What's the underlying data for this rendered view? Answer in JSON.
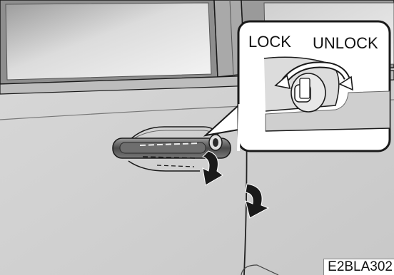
{
  "callout": {
    "lock_label": "LOCK",
    "unlock_label": "UNLOCK"
  },
  "figure_code": "E2BLA302",
  "colors": {
    "body_panel": "#d2d2d2",
    "glass_light": "#ececec",
    "glass_dark": "#b5b5b5",
    "outline": "#1a1a1a",
    "callout_bg": "#ffffff"
  }
}
